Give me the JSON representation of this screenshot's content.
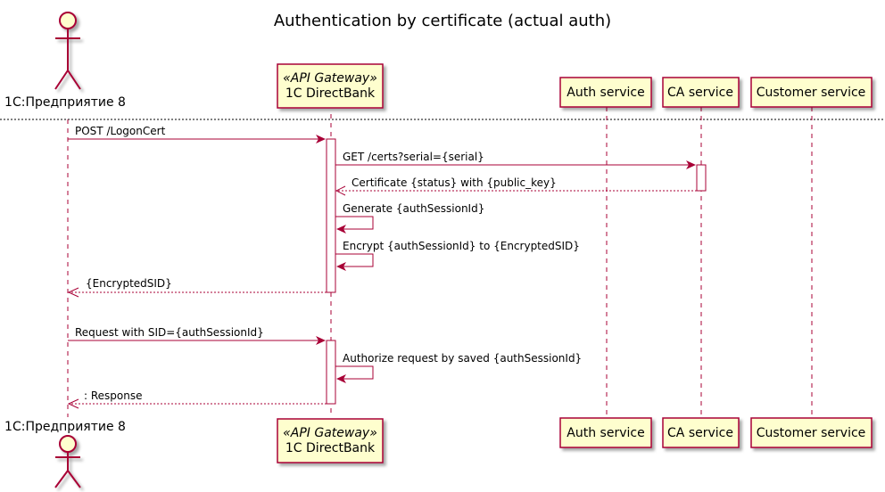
{
  "title": "Authentication by certificate (actual auth)",
  "participants": [
    {
      "id": "p1c",
      "label": "1С:Предприятие 8",
      "kind": "actor",
      "stereotype": ""
    },
    {
      "id": "gw",
      "label": "1C DirectBank",
      "kind": "box",
      "stereotype": "«API Gateway»"
    },
    {
      "id": "auth",
      "label": "Auth service",
      "kind": "box",
      "stereotype": ""
    },
    {
      "id": "ca",
      "label": "CA service",
      "kind": "box",
      "stereotype": ""
    },
    {
      "id": "cust",
      "label": "Customer service",
      "kind": "box",
      "stereotype": ""
    }
  ],
  "messages": [
    {
      "from": "p1c",
      "to": "gw",
      "label": "POST /LogonCert",
      "style": "solid"
    },
    {
      "from": "gw",
      "to": "ca",
      "label": "GET /certs?serial={serial}",
      "style": "solid"
    },
    {
      "from": "ca",
      "to": "gw",
      "label": "Certificate {status} with {public_key}",
      "style": "dashed"
    },
    {
      "from": "gw",
      "to": "gw",
      "label": "Generate {authSessionId}",
      "style": "self"
    },
    {
      "from": "gw",
      "to": "gw",
      "label": "Encrypt {authSessionId} to {EncryptedSID}",
      "style": "self"
    },
    {
      "from": "gw",
      "to": "p1c",
      "label": "{EncryptedSID}",
      "style": "dashed"
    },
    {
      "from": "p1c",
      "to": "gw",
      "label": "Request with SID={authSessionId}",
      "style": "solid"
    },
    {
      "from": "gw",
      "to": "gw",
      "label": "Authorize request by saved {authSessionId}",
      "style": "self"
    },
    {
      "from": "gw",
      "to": "p1c",
      "label": ": Response",
      "style": "dashed"
    }
  ],
  "colors": {
    "arrow": "#A80036",
    "participant_fill": "#FEFECE",
    "participant_border": "#A80036",
    "lifeline": "#A80036",
    "activation_fill": "#FFFFFF"
  }
}
